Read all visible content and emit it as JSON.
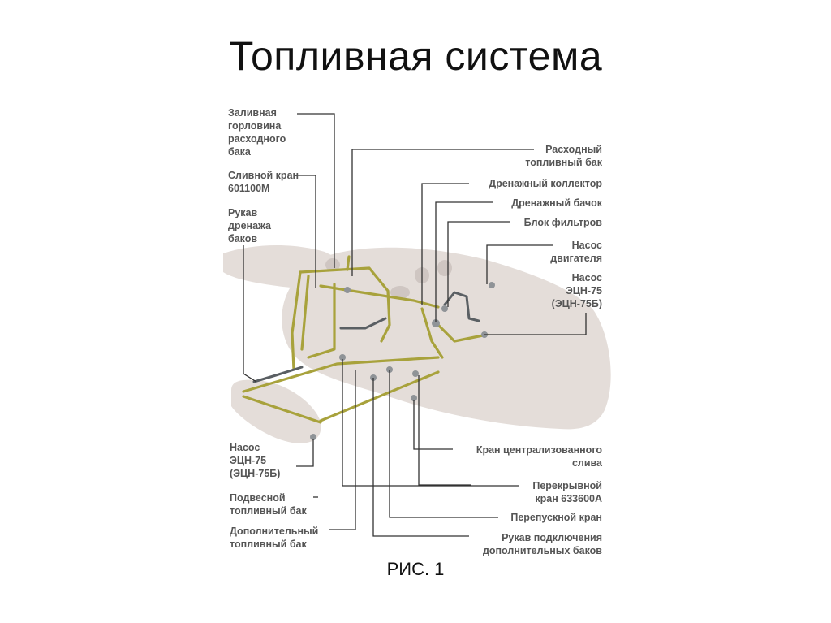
{
  "title": "Топливная система",
  "caption": "РИС. 1",
  "colors": {
    "fuselage": "#e4ddd9",
    "fuel_line": "#a8a23c",
    "dark_pipe": "#5a5f63",
    "leader": "#333333",
    "label": "#555555"
  },
  "labels": {
    "filler_neck": "Заливная\nгорловина\nрасходного\nбака",
    "drain_valve": "Сливной кран\n601100М",
    "drain_hose": "Рукав\nдренажа\nбаков",
    "supply_tank": "Расходный\nтопливный бак",
    "drain_manifold": "Дренажный коллектор",
    "drain_tank": "Дренажный бачок",
    "filter_unit": "Блок фильтров",
    "engine_pump": "Насос\nдвигателя",
    "pump_ecn_right": "Насос\nЭЦН-75\n(ЭЦН-75Б)",
    "pump_ecn_left": "Насос\nЭЦН-75\n(ЭЦН-75Б)",
    "external_tank": "Подвесной\nтопливный бак",
    "additional_tank": "Дополнительный\nтопливный бак",
    "central_drain_valve": "Кран централизованного\nслива",
    "shutoff_valve": "Перекрывной\nкран 633600А",
    "bypass_valve": "Перепускной кран",
    "extra_tanks_hose": "Рукав подключения\nдополнительных баков"
  }
}
